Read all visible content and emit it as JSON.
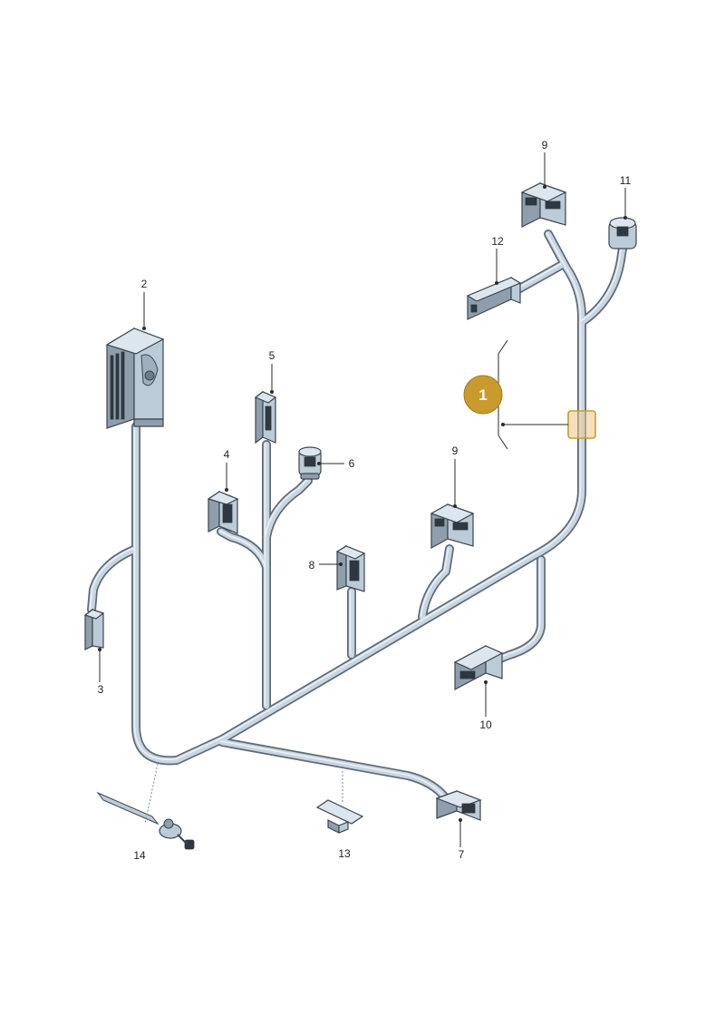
{
  "diagram": {
    "type": "wiring-harness-exploded-view",
    "main_part_badge": "1",
    "callouts": [
      {
        "id": "c2",
        "label": "2"
      },
      {
        "id": "c3",
        "label": "3"
      },
      {
        "id": "c4",
        "label": "4"
      },
      {
        "id": "c5",
        "label": "5"
      },
      {
        "id": "c6",
        "label": "6"
      },
      {
        "id": "c7",
        "label": "7"
      },
      {
        "id": "c8",
        "label": "8"
      },
      {
        "id": "c9a",
        "label": "9"
      },
      {
        "id": "c9b",
        "label": "9"
      },
      {
        "id": "c10",
        "label": "10"
      },
      {
        "id": "c11",
        "label": "11"
      },
      {
        "id": "c12",
        "label": "12"
      },
      {
        "id": "c13",
        "label": "13"
      },
      {
        "id": "c14",
        "label": "14"
      }
    ],
    "colors": {
      "cable_outline": "#5f6c78",
      "cable_fill": "#c9d6e1",
      "connector": "#bccbd8",
      "badge": "#c99a2e"
    }
  }
}
